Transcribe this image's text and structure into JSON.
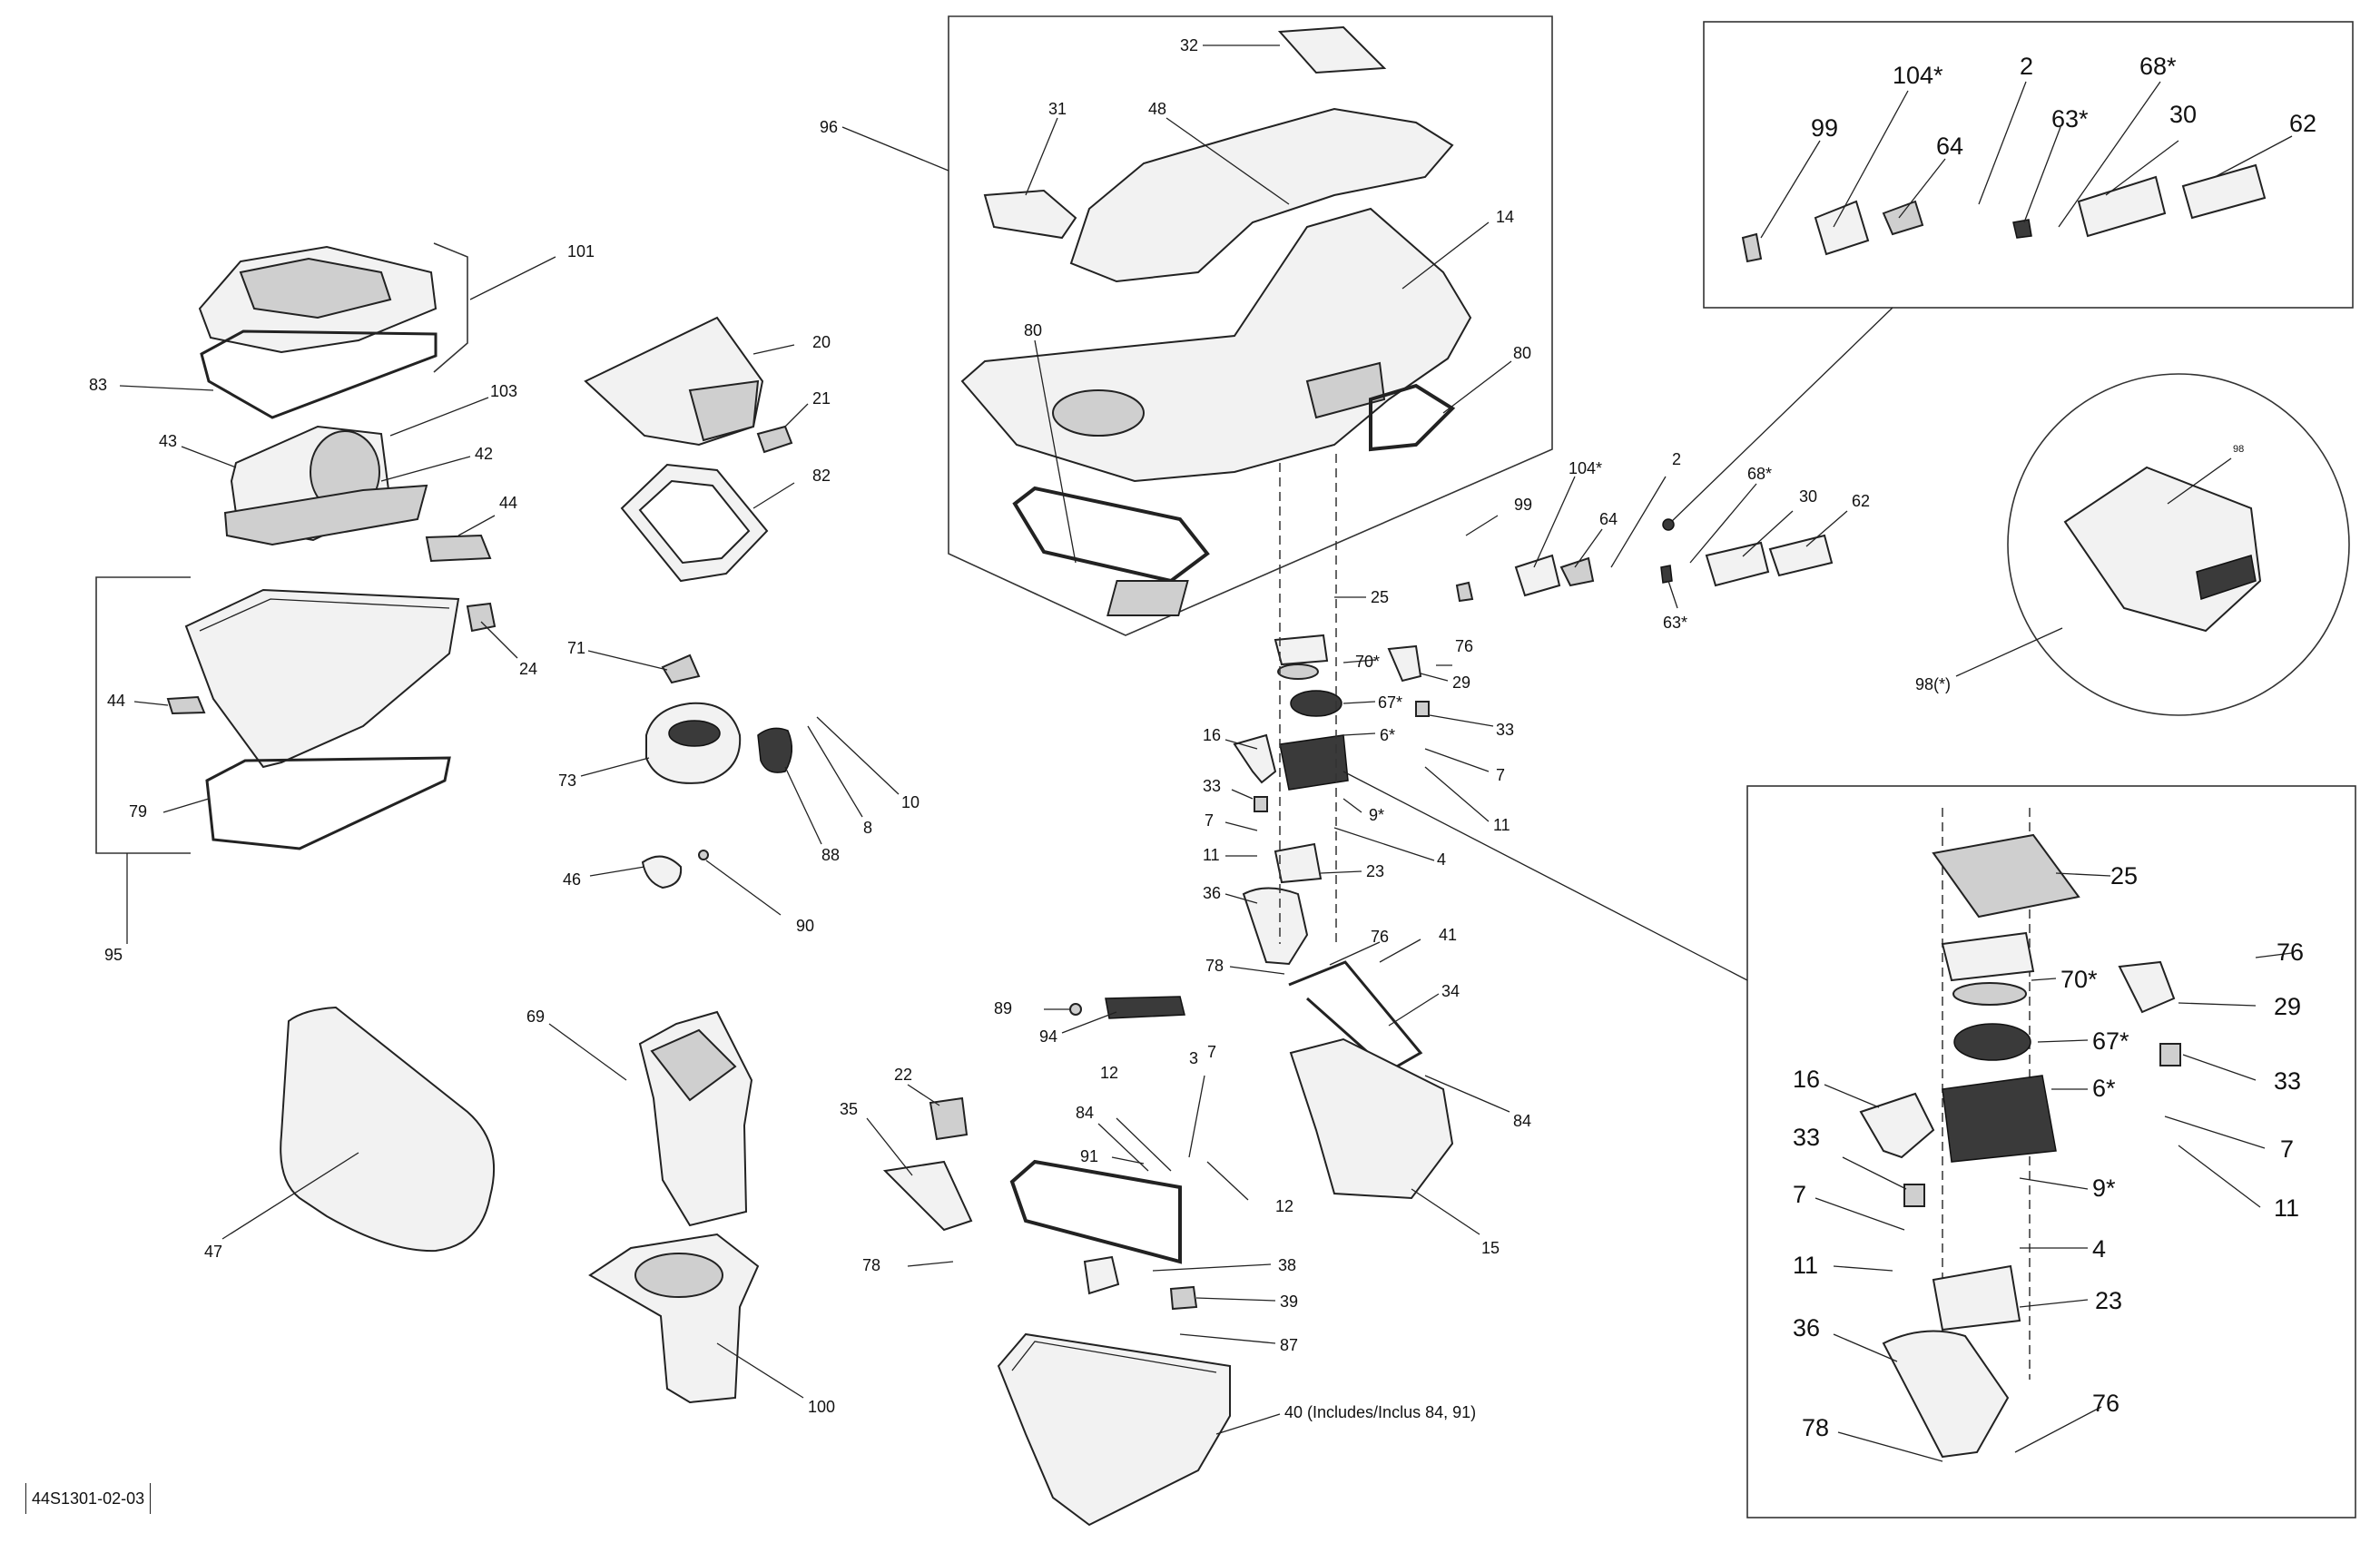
{
  "drawing": {
    "reference": "44S1301-02-03",
    "labels": {
      "l101": "101",
      "l83": "83",
      "l103": "103",
      "l43": "43",
      "l42": "42",
      "l44a": "44",
      "l44b": "44",
      "l24": "24",
      "l79": "79",
      "l95": "95",
      "l20": "20",
      "l21": "21",
      "l82": "82",
      "l71": "71",
      "l73": "73",
      "l10": "10",
      "l8": "8",
      "l88": "88",
      "l46": "46",
      "l90": "90",
      "l69": "69",
      "l47": "47",
      "l100": "100",
      "l96": "96",
      "l32": "32",
      "l31": "31",
      "l48": "48",
      "l14": "14",
      "l80a": "80",
      "l80b": "80",
      "l99s": "99",
      "l104s": "104*",
      "l64s": "64",
      "l2s": "2",
      "l68s": "68*",
      "l30s": "30",
      "l62s": "62",
      "l63s": "63*",
      "l25": "25",
      "l76a": "76",
      "l70": "70*",
      "l29": "29",
      "l67": "67*",
      "l33a": "33",
      "l6": "6*",
      "l7a": "7",
      "l16": "16",
      "l11a": "11",
      "l33b": "33",
      "l9": "9*",
      "l7b": "7",
      "l4": "4",
      "l11b": "11",
      "l23": "23",
      "l36": "36",
      "l76b": "76",
      "l41": "41",
      "l78a": "78",
      "l34": "34",
      "l84a": "84",
      "l15": "15",
      "l89": "89",
      "l94": "94",
      "l22": "22",
      "l35": "35",
      "l78b": "78",
      "l12a": "12",
      "l3": "3",
      "l7c": "7",
      "l84b": "84",
      "l91": "91",
      "l12b": "12",
      "l38": "38",
      "l39": "39",
      "l87": "87",
      "l40": "40 (Includes/Inclus 84, 91)",
      "i99": "99",
      "i104": "104*",
      "i2": "2",
      "i68": "68*",
      "i30": "30",
      "i62": "62",
      "i64": "64",
      "i63": "63*",
      "i98": "98",
      "l98": "98(*)",
      "d25": "25",
      "d76a": "76",
      "d70": "70*",
      "d29": "29",
      "d67": "67*",
      "d33a": "33",
      "d16": "16",
      "d6": "6*",
      "d7a": "7",
      "d33b": "33",
      "d9": "9*",
      "d11a": "11",
      "d7b": "7",
      "d4": "4",
      "d11b": "11",
      "d23": "23",
      "d36": "36",
      "d76b": "76",
      "d78": "78"
    }
  }
}
